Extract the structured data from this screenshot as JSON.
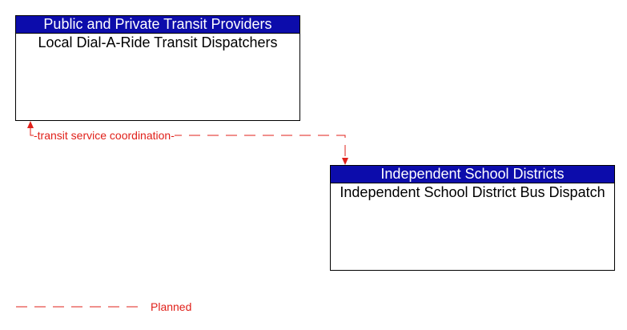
{
  "nodes": [
    {
      "id": "a",
      "header": "Public and Private Transit Providers",
      "body": "Local Dial-A-Ride Transit Dispatchers"
    },
    {
      "id": "b",
      "header": "Independent School Districts",
      "body": "Independent School District Bus Dispatch"
    }
  ],
  "flows": [
    {
      "label": "transit service coordination",
      "status": "Planned",
      "direction": "bidirectional"
    }
  ],
  "legend": {
    "label": "Planned"
  },
  "colors": {
    "header_bg": "#0c0cab",
    "planned_flow": "#e0201a",
    "border": "#000000"
  }
}
